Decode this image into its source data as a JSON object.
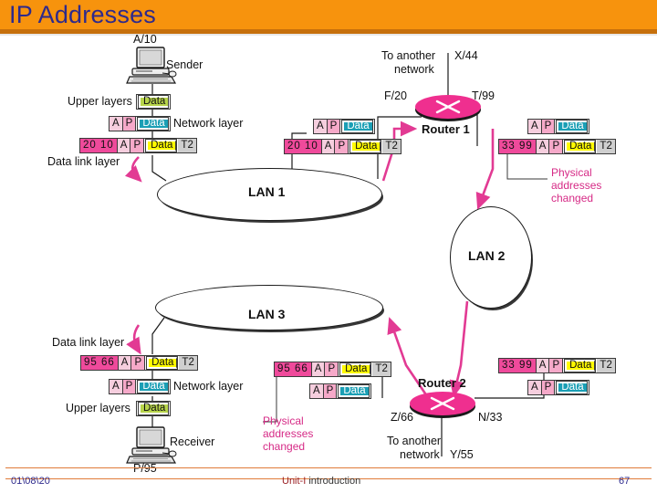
{
  "header": {
    "title": "IP Addresses",
    "banner_color": "#f7930d",
    "title_color": "#2e2a8c"
  },
  "footer": {
    "date": "01\\08\\20",
    "center_primary": "Unit-I",
    "center_secondary": " introduction",
    "page": "67"
  },
  "diagram": {
    "sender": {
      "node_label": "A/10",
      "role_label": "Sender",
      "layers": {
        "upper": "Upper layers",
        "network": "Network layer",
        "datalink": "Data link layer"
      },
      "pdu_upper": [
        "Data"
      ],
      "pdu_network": [
        "A",
        "P",
        "Data"
      ],
      "pdu_datalink": [
        "20 10",
        "A",
        "P",
        "Data",
        "T2"
      ]
    },
    "lan1": {
      "name": "LAN 1"
    },
    "lan2": {
      "name": "LAN 2"
    },
    "lan3": {
      "name": "LAN 3"
    },
    "router1": {
      "name": "Router 1",
      "uplink_text_1": "To another",
      "uplink_text_2": "network",
      "uplink_addr": "X/44",
      "left_port": "F/20",
      "right_port": "T/99",
      "in_pdu_network": [
        "A",
        "P",
        "Data"
      ],
      "in_pdu_datalink": [
        "20 10",
        "A",
        "P",
        "Data",
        "T2"
      ],
      "out_pdu_network": [
        "A",
        "P",
        "Data"
      ],
      "out_pdu_datalink": [
        "33 99",
        "A",
        "P",
        "Data",
        "T2"
      ],
      "note_line1": "Physical",
      "note_line2": "addresses",
      "note_line3": "changed"
    },
    "router2": {
      "name": "Router 2",
      "left_port": "Z/66",
      "right_port": "N/33",
      "downlink_text_1": "To another",
      "downlink_text_2": "network",
      "downlink_addr": "Y/55",
      "in_pdu_datalink": [
        "33 99",
        "A",
        "P",
        "Data",
        "T2"
      ],
      "in_pdu_network": [
        "A",
        "P",
        "Data"
      ],
      "out_pdu_datalink": [
        "95 66",
        "A",
        "P",
        "Data",
        "T2"
      ],
      "out_pdu_network": [
        "A",
        "P",
        "Data"
      ],
      "note_line1": "Physical",
      "note_line2": "addresses",
      "note_line3": "changed"
    },
    "receiver": {
      "node_label": "P/95",
      "role_label": "Receiver",
      "layers": {
        "upper": "Upper layers",
        "network": "Network layer",
        "datalink": "Data link layer"
      },
      "pdu_datalink": [
        "95 66",
        "A",
        "P",
        "Data",
        "T2"
      ],
      "pdu_network": [
        "A",
        "P",
        "Data"
      ],
      "pdu_upper": [
        "Data"
      ]
    }
  },
  "colors": {
    "physical_address": "#ef4a9b",
    "data_yellow": "#fffb00",
    "data_teal": "#1b9fb5",
    "data_green": "#b7d44a",
    "router_fill": "#ef2f8f",
    "flow_arrow": "#e23a93",
    "note_text": "#d62a86"
  }
}
